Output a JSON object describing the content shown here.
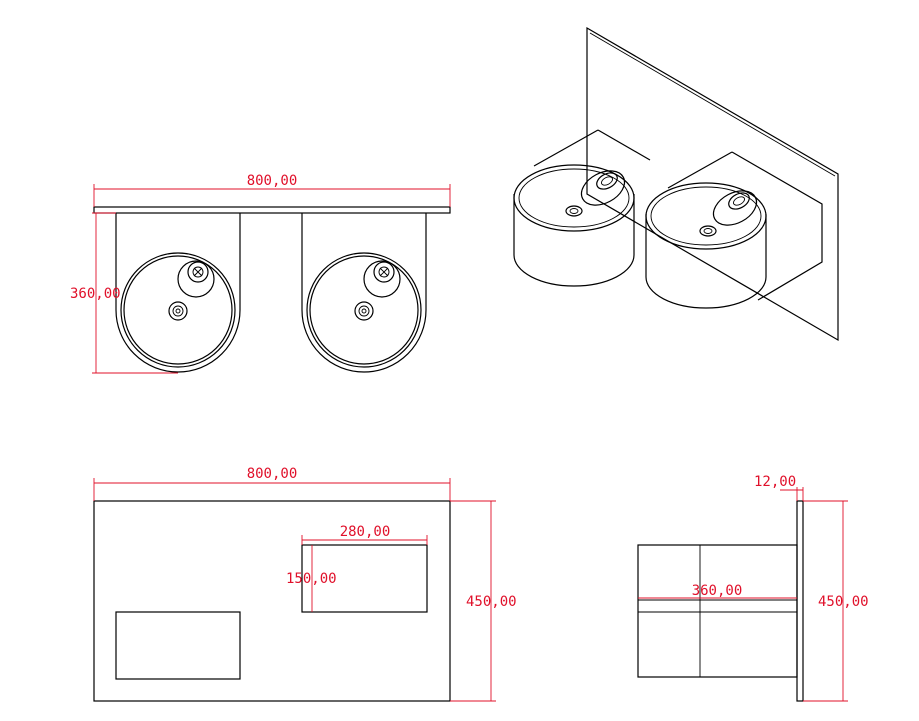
{
  "colors": {
    "lines": "#000000",
    "dimensions": "#e0102a",
    "background": "#ffffff"
  },
  "top_view": {
    "width_label": "800,00",
    "depth_label": "360,00"
  },
  "front_view": {
    "width_label": "800,00",
    "height_label": "450,00",
    "opening_width_label": "280,00",
    "opening_height_label": "150,00"
  },
  "side_view": {
    "plate_thickness_label": "12,00",
    "depth_label": "360,00",
    "height_label": "450,00"
  }
}
